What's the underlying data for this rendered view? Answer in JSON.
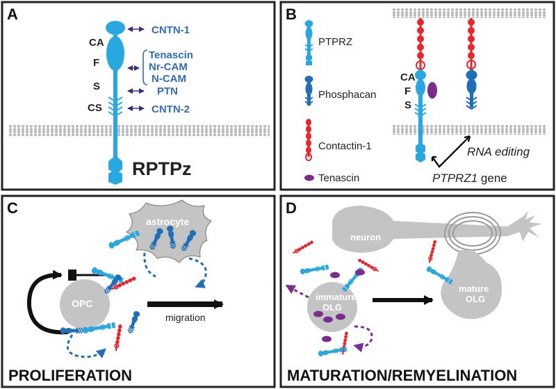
{
  "colors": {
    "ptprz": "#29a8e0",
    "phosphacan": "#1f6fb8",
    "contactin": "#e8262c",
    "tenascin": "#7b2d8f",
    "cell_grey": "#c4c4c4",
    "membrane": "#bdbdbd",
    "ligand_text": "#2f6db5",
    "arrow_purple": "#3d2a7a"
  },
  "panel_a": {
    "letter": "A",
    "domains": [
      "CA",
      "F",
      "S",
      "CS"
    ],
    "ligands": [
      "CNTN-1",
      "Tenascin",
      "Nr-CAM",
      "N-CAM",
      "PTN",
      "CNTN-2"
    ],
    "title": "RPTPz"
  },
  "panel_b": {
    "letter": "B",
    "legend": [
      "PTPRZ",
      "Phosphacan",
      "Contactin-1",
      "Tenascin"
    ],
    "domains": [
      "CA",
      "F",
      "S"
    ],
    "rna_editing": "RNA editing",
    "gene_name": "PTPRZ1",
    "gene_suffix": " gene"
  },
  "panel_c": {
    "letter": "C",
    "astrocyte": "astrocyte",
    "opc": "OPC",
    "migration": "migration",
    "caption": "PROLIFERATION"
  },
  "panel_d": {
    "letter": "D",
    "neuron": "neuron",
    "immature_1": "immature",
    "immature_2": "OLG",
    "mature_1": "mature",
    "mature_2": "OLG",
    "caption": "MATURATION/REMYELINATION"
  }
}
